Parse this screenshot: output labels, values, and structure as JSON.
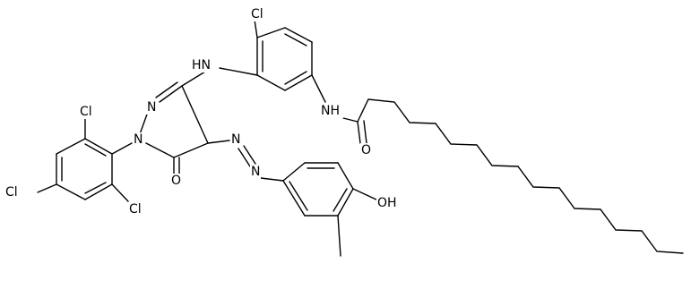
{
  "structure": {
    "atom_labels": {
      "cl_top": "Cl",
      "nh_amino": "HN",
      "n_pyrazole": "N",
      "n_pyrazole_phenyl": "N",
      "cl_ortho_top": "Cl",
      "cl_para": "Cl",
      "cl_ortho_bottom": "Cl",
      "o_carbonyl_ring": "O",
      "n_azo_1": "N",
      "n_azo_2": "N",
      "nh_amide": "NH",
      "o_amide": "O",
      "oh": "OH"
    }
  }
}
